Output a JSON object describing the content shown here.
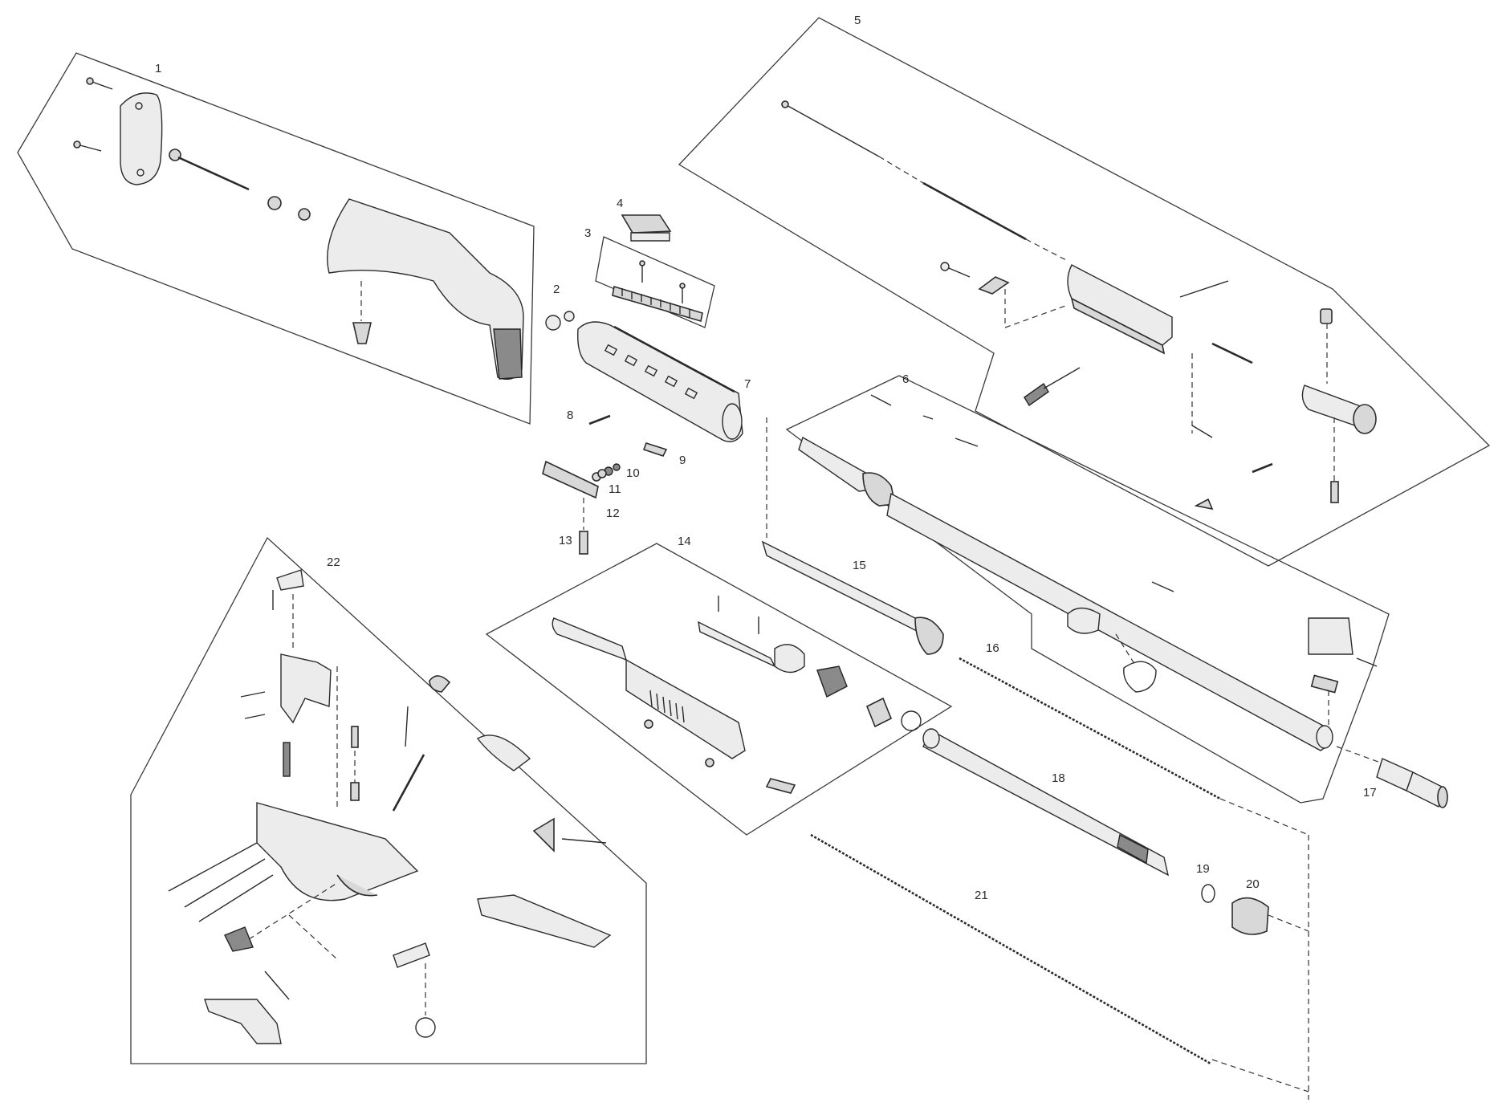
{
  "diagram": {
    "type": "exploded-parts-diagram",
    "callouts": [
      {
        "id": "1",
        "label": "1"
      },
      {
        "id": "2",
        "label": "2"
      },
      {
        "id": "3",
        "label": "3"
      },
      {
        "id": "4",
        "label": "4"
      },
      {
        "id": "5",
        "label": "5"
      },
      {
        "id": "6",
        "label": "6"
      },
      {
        "id": "7",
        "label": "7"
      },
      {
        "id": "8",
        "label": "8"
      },
      {
        "id": "9",
        "label": "9"
      },
      {
        "id": "10",
        "label": "10"
      },
      {
        "id": "11",
        "label": "11"
      },
      {
        "id": "12",
        "label": "12"
      },
      {
        "id": "13",
        "label": "13"
      },
      {
        "id": "14",
        "label": "14"
      },
      {
        "id": "15",
        "label": "15"
      },
      {
        "id": "16",
        "label": "16"
      },
      {
        "id": "17",
        "label": "17"
      },
      {
        "id": "18",
        "label": "18"
      },
      {
        "id": "19",
        "label": "19"
      },
      {
        "id": "20",
        "label": "20"
      },
      {
        "id": "21",
        "label": "21"
      },
      {
        "id": "22",
        "label": "22"
      }
    ],
    "colors": {
      "line": "#2b2b2b",
      "fill": "#d8d8d8",
      "background": "#ffffff"
    }
  }
}
